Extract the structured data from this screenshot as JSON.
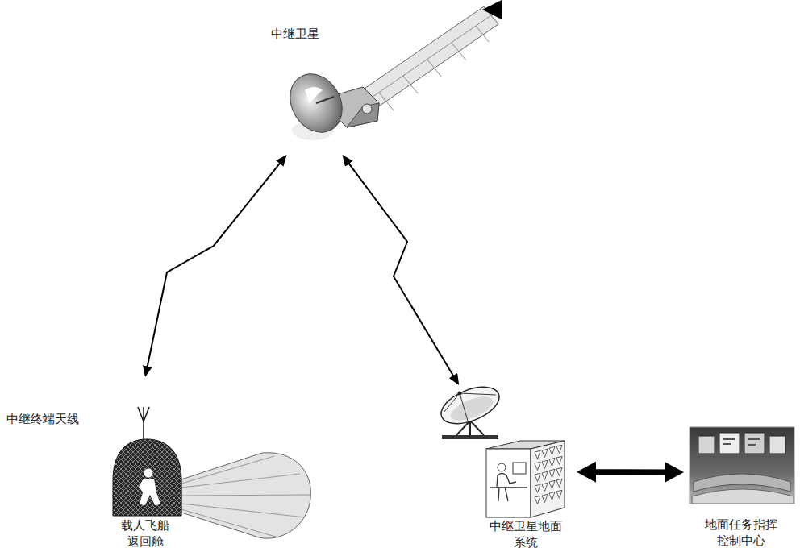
{
  "diagram": {
    "nodes": [
      {
        "text": [
          "中继卫星"
        ]
      },
      {
        "text": [
          "载人飞船 返回舱"
        ]
      },
      {
        "text": [
          "中继卫星地面 系统"
        ]
      },
      {
        "text": [
          "地面任务指挥 控制中心"
        ]
      }
    ],
    "edges": [
      {
        "from": 0,
        "to": 1,
        "arrow": "both"
      },
      {
        "from": 0,
        "to": 2,
        "arrow": "both"
      },
      {
        "from": 2,
        "to": 3,
        "arrow": "both"
      }
    ],
    "labels": [
      "中继终端天线"
    ]
  }
}
